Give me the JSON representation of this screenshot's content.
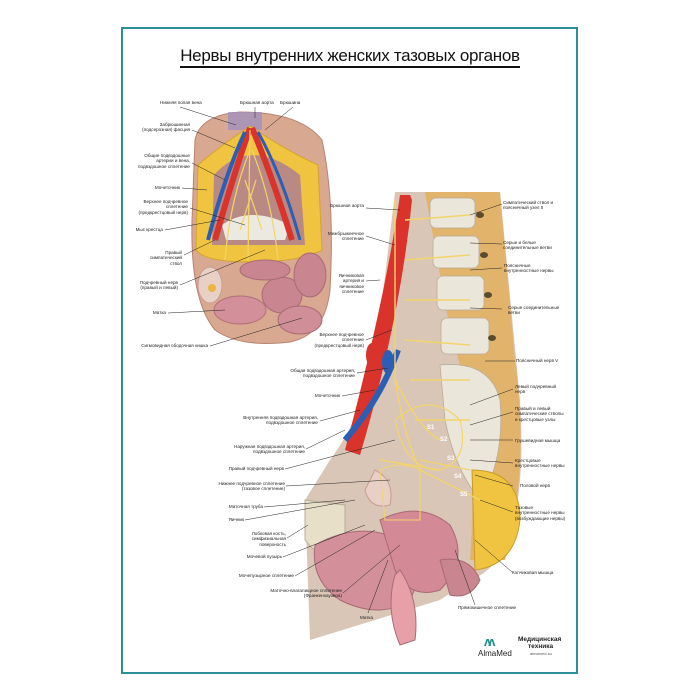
{
  "poster": {
    "title": "Нервы внутренних женских тазовых органов",
    "border_color": "#2a8f96"
  },
  "left_figure": {
    "labels": [
      "Нижняя полая вена",
      "Брюшная аорта",
      "Брюшина",
      "Забрюшинная (подсерозная) фасция",
      "Общие подвздошные артерии и вена, подвздошное сплетение",
      "Мочеточник",
      "Верхнее подчревное сплетение (предкрестцовый нерв)",
      "Мыс крестца",
      "Правый симпатический ствол",
      "Подчревный нерв (правый и левый)",
      "Матка",
      "Сигмовидная ободочная кишка"
    ]
  },
  "right_figure": {
    "left_labels": [
      "Брюшная аорта",
      "Межбрыжеечное сплетение",
      "Яичниковая артерия и яичниковое сплетение",
      "Верхнее подчревное сплетение (предкрестцовый нерв)",
      "Общая подвздошная артерия, подвздошное сплетение",
      "Мочеточник",
      "Внутренняя подвздошная артерия, подвздошное сплетение",
      "Наружная подвздошная артерия, подвздошное сплетение",
      "Правый подчревный нерв",
      "Нижнее подчревное сплетение (тазовое сплетение)",
      "Маточная труба",
      "Яичник",
      "Лобковая кость, симфизиальная поверхность",
      "Мочевой пузырь",
      "Мочепузырное сплетение",
      "Маточно-влагалищное сплетение (Франкенхаузера)",
      "Матка",
      "Прямокишечное сплетение"
    ],
    "right_labels": [
      "Симпатический ствол и поясничный узел II",
      "Серые и белые соединительные ветви",
      "Поясничные внутренностные нервы",
      "Серые соединительные ветви",
      "Поясничный нерв V",
      "Левый подчревный нерв",
      "Правый и левый симпатические стволы и крестцовые узлы",
      "Грушевидная мышца",
      "Крестцовые внутренностные нервы",
      "Половой нерв",
      "Тазовые внутренностные нервы (возбуждающие нервы)",
      "Копчиковая мышца"
    ],
    "sacral_markers": [
      "S1",
      "S2",
      "S3",
      "S4",
      "S5"
    ]
  },
  "logo": {
    "brand": "AlmaMed",
    "line1": "Медицинская",
    "line2": "техника",
    "site": "almamed.su",
    "color": "#1f8e8a"
  }
}
